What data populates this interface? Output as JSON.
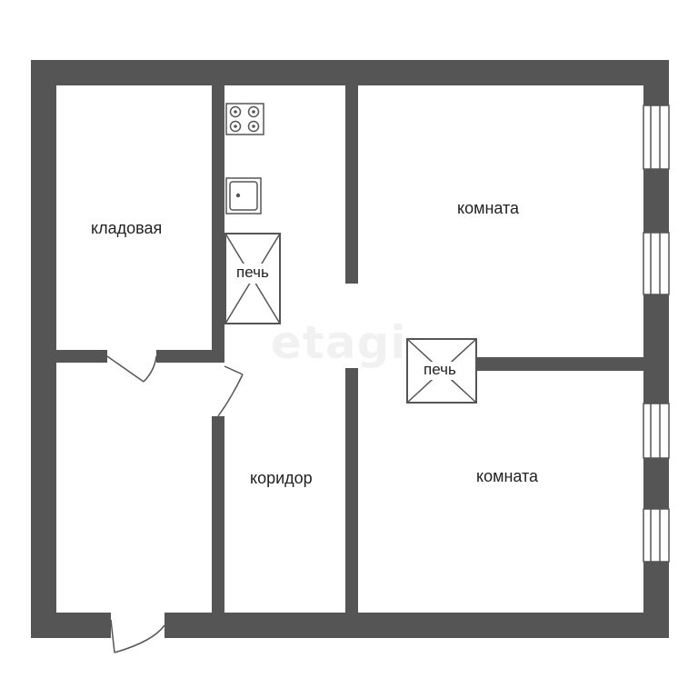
{
  "colors": {
    "wall": "#555555",
    "line": "#555555",
    "background": "#ffffff",
    "watermark": "#d9d9d9"
  },
  "labels": {
    "pantry": "кладовая",
    "room_top": "комната",
    "room_bottom": "комната",
    "corridor": "коридор",
    "stove_kitchen": "печь",
    "stove_center": "печь"
  },
  "watermark": "etagi",
  "icons": {
    "cooktop": "cooktop-icon",
    "sink": "sink-icon"
  }
}
